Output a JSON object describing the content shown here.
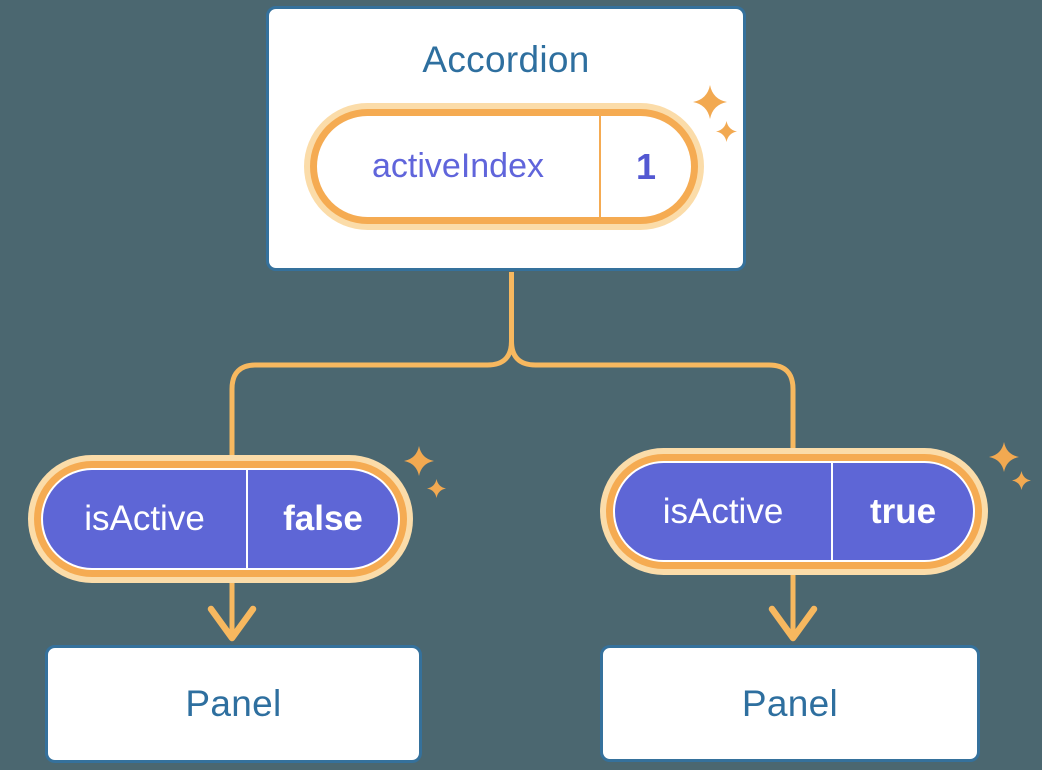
{
  "diagram": {
    "description": "React component tree: Accordion state passed as props to Panels",
    "root": {
      "title": "Accordion",
      "state": {
        "label": "activeIndex",
        "value": "1"
      }
    },
    "children": [
      {
        "prop": {
          "label": "isActive",
          "value": "false"
        },
        "node": "Panel"
      },
      {
        "prop": {
          "label": "isActive",
          "value": "true"
        },
        "node": "Panel"
      }
    ],
    "colors": {
      "background": "#4B6770",
      "card_border": "#35719C",
      "card_text": "#2E6F9F",
      "wire_orange": "#F7B85F",
      "ring_orange": "#F5AB52",
      "halo_orange": "#FBDCA9",
      "sparkle_orange": "#F2A951",
      "pill_purple": "#5E66D6",
      "state_text_purple": "#6065DB"
    }
  }
}
